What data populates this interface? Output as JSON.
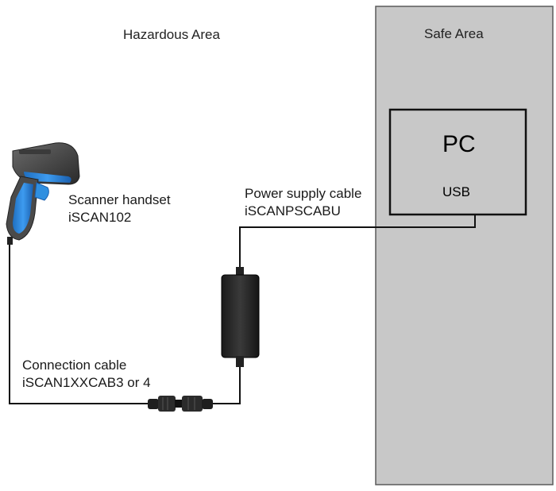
{
  "areas": {
    "hazardous": "Hazardous Area",
    "safe": "Safe Area"
  },
  "pc": {
    "title": "PC",
    "port": "USB"
  },
  "scanner": {
    "line1": "Scanner handset",
    "line2": "iSCAN102"
  },
  "power_cable": {
    "line1": "Power supply cable",
    "line2": "iSCANPSCABU"
  },
  "connection_cable": {
    "line1": "Connection cable",
    "line2": "iSCAN1XXCAB3 or 4"
  },
  "colors": {
    "safe_area_fill": "#c8c8c8",
    "scanner_accent": "#2f8fe0",
    "scanner_body": "#4a4a4a",
    "cable": "#111111"
  }
}
